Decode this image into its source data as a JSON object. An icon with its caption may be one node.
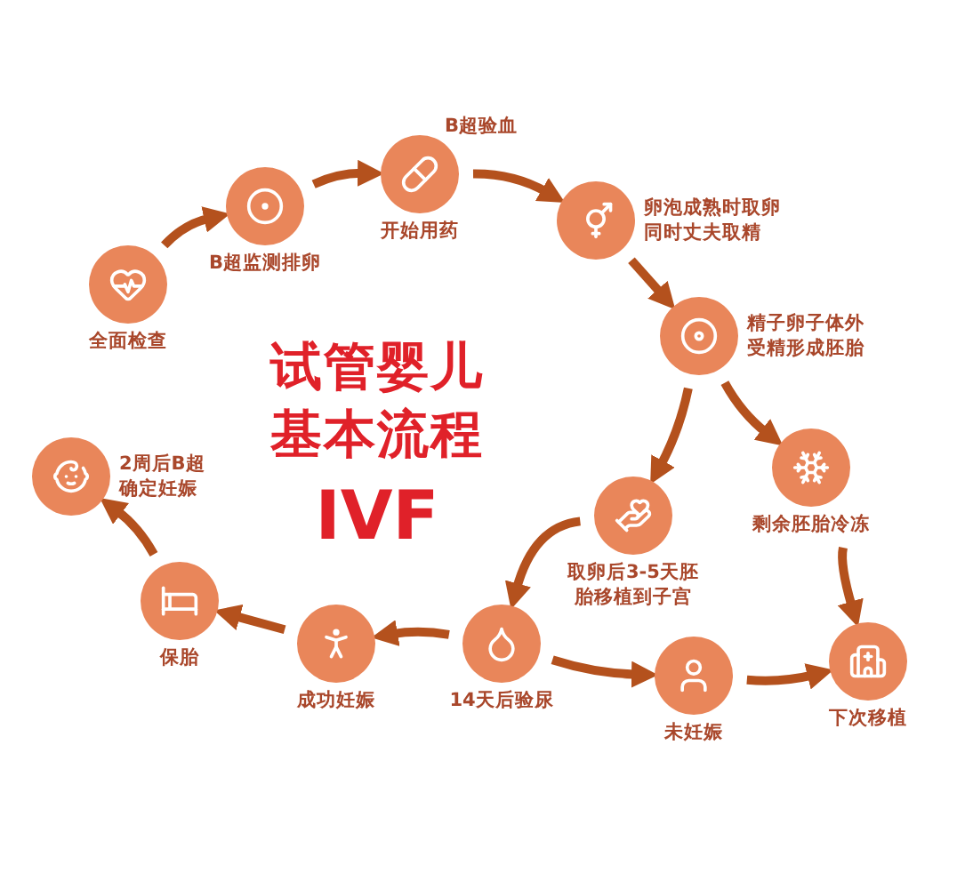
{
  "diagram": {
    "title": "试管婴儿基本流程",
    "nodes": [
      {
        "text": [
          "全面检查"
        ]
      },
      {
        "text": [
          "B超监测排卵"
        ]
      },
      {
        "text": [
          "开始用药"
        ]
      },
      {
        "text": [
          "卵泡成熟时取卵同时丈夫取精"
        ]
      },
      {
        "text": [
          "精子卵子体外受精形成胚胎"
        ]
      },
      {
        "text": [
          "取卵后3-5天胚胎移植到子宫"
        ]
      },
      {
        "text": [
          "剩余胚胎冷冻"
        ]
      },
      {
        "text": [
          "14天后验尿"
        ]
      },
      {
        "text": [
          "成功妊娠"
        ]
      },
      {
        "text": [
          "保胎"
        ]
      },
      {
        "text": [
          "2周后B超确定妊娠"
        ]
      },
      {
        "text": [
          "未妊娠"
        ]
      },
      {
        "text": [
          "下次移植"
        ]
      }
    ],
    "edges": [
      {
        "from": 0,
        "to": 1,
        "arrow": "to"
      },
      {
        "from": 1,
        "to": 2,
        "arrow": "to"
      },
      {
        "from": 2,
        "to": 3,
        "arrow": "to",
        "label": "B超验血"
      },
      {
        "from": 3,
        "to": 4,
        "arrow": "to"
      },
      {
        "from": 4,
        "to": 5,
        "arrow": "to"
      },
      {
        "from": 4,
        "to": 6,
        "arrow": "to"
      },
      {
        "from": 5,
        "to": 7,
        "arrow": "to"
      },
      {
        "from": 6,
        "to": 12,
        "arrow": "to"
      },
      {
        "from": 7,
        "to": 8,
        "arrow": "to"
      },
      {
        "from": 8,
        "to": 9,
        "arrow": "to"
      },
      {
        "from": 9,
        "to": 10,
        "arrow": "to"
      },
      {
        "from": 7,
        "to": 11,
        "arrow": "to"
      },
      {
        "from": 11,
        "to": 12,
        "arrow": "to"
      }
    ],
    "labels": [
      "IVF"
    ]
  }
}
